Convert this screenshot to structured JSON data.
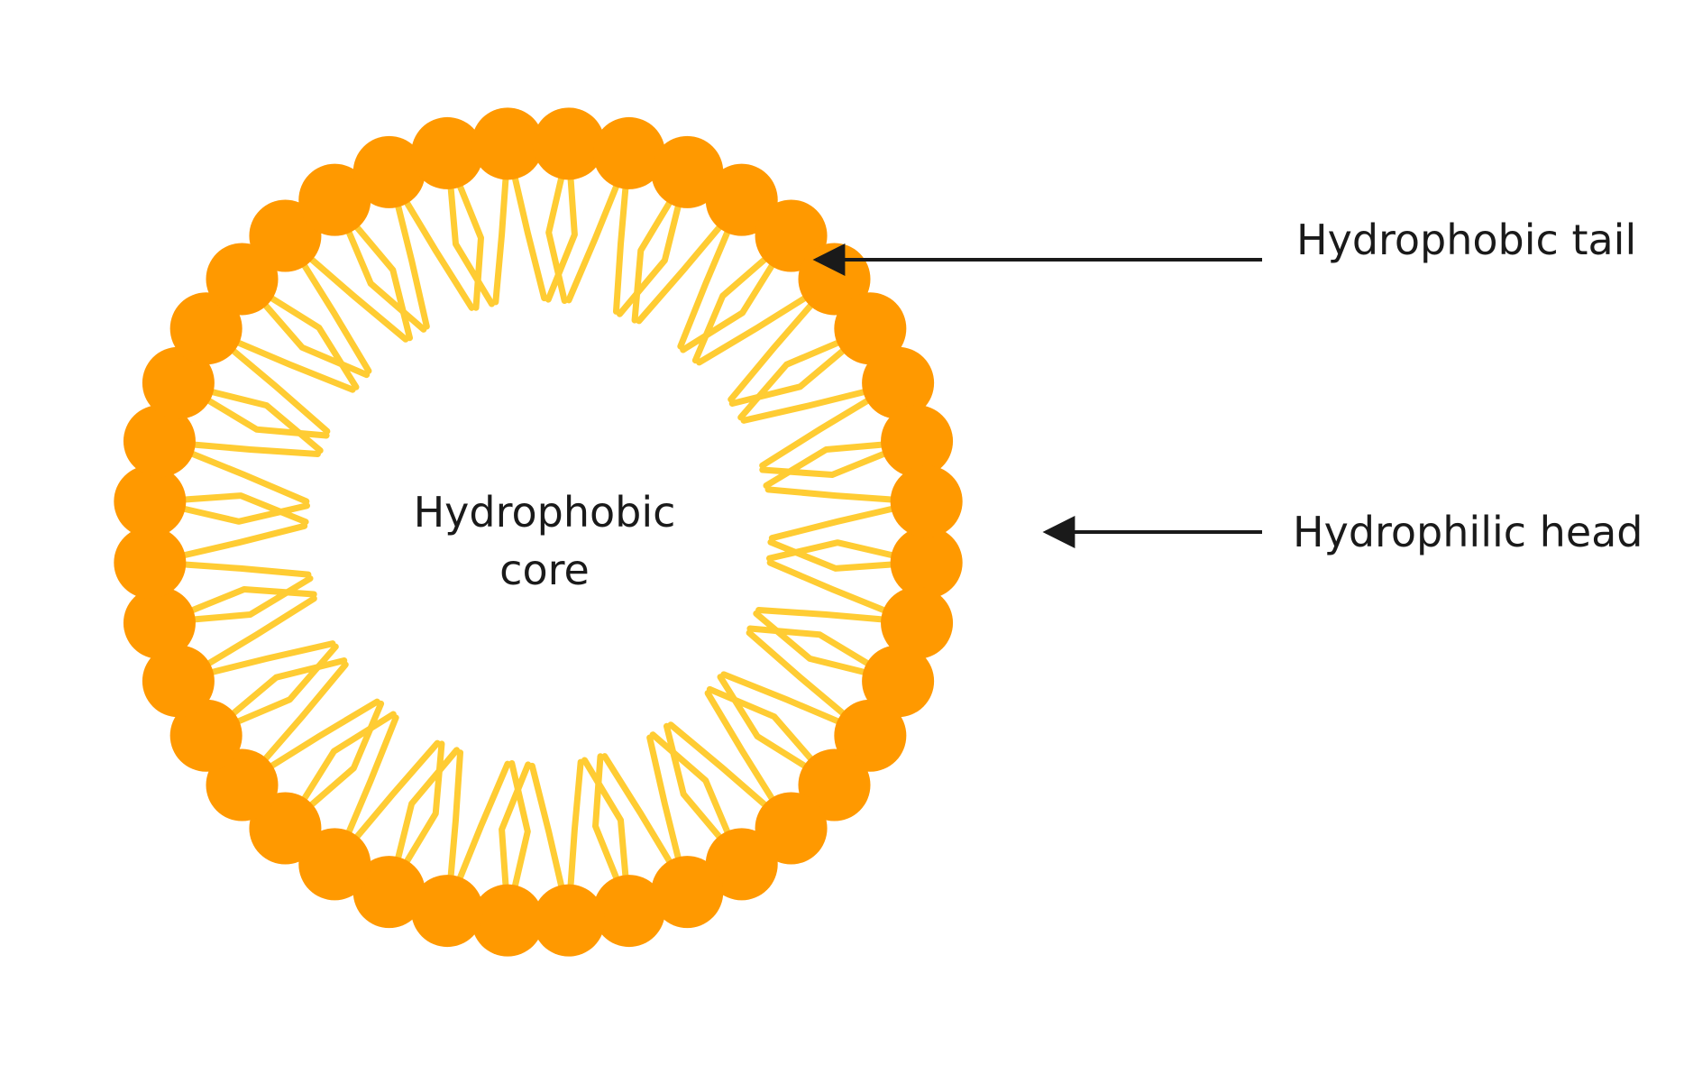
{
  "diagram": {
    "core_label_line1": "Hydrophobic",
    "core_label_line2": "core",
    "tail_label": "Hydrophobic tail",
    "head_label": "Hydrophilic head"
  },
  "colors": {
    "head": "#FF9900",
    "tail": "#FFCC33",
    "arrow": "#1a1a1a",
    "text": "#1a1a1a",
    "background": "#FFFFFF"
  },
  "structure": {
    "lipid_count": 40
  }
}
